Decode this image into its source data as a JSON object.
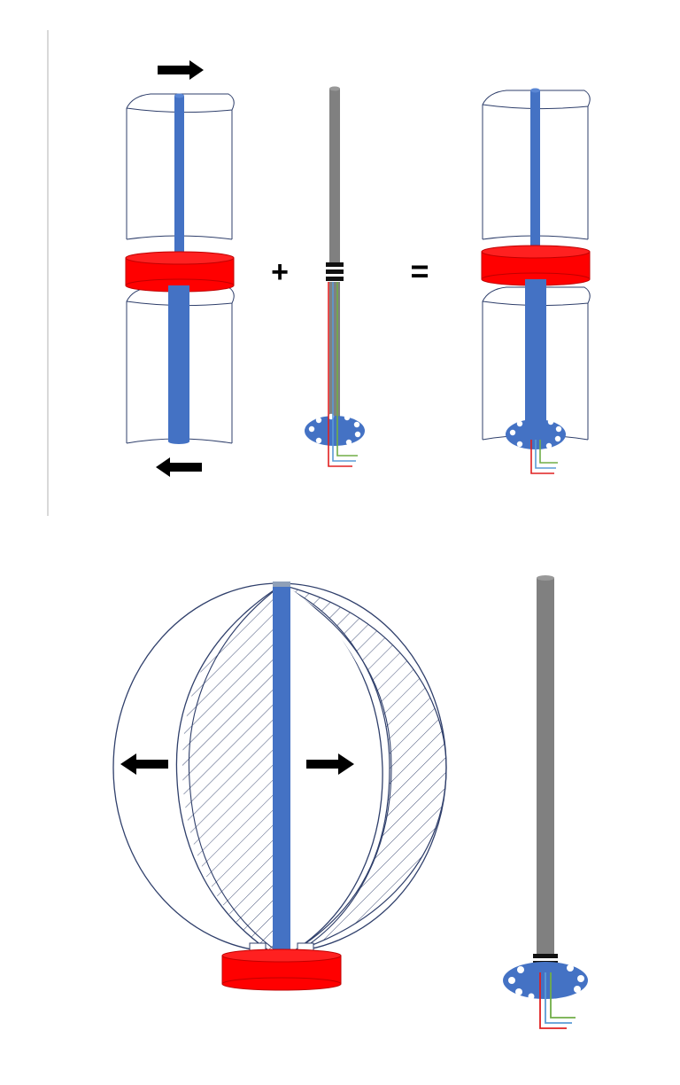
{
  "diagram": {
    "symbols": {
      "plus": "+",
      "equals": "="
    },
    "colors": {
      "rod_blue": "#4472c4",
      "rod_gray": "#808080",
      "disk_red": "#ff0000",
      "outline_navy": "#2f3f6b",
      "wire_red": "#e02020",
      "wire_green": "#70ad47",
      "wire_blue": "#5b9bd5",
      "arrow_black": "#000000"
    },
    "panels": [
      "rod-in-split-tube-with-red-disk",
      "gray-sensor-rod-with-perforated-base",
      "assembled-rod-in-tube",
      "expanding-sphere-on-red-base",
      "gray-sensor-rod-standalone"
    ]
  }
}
